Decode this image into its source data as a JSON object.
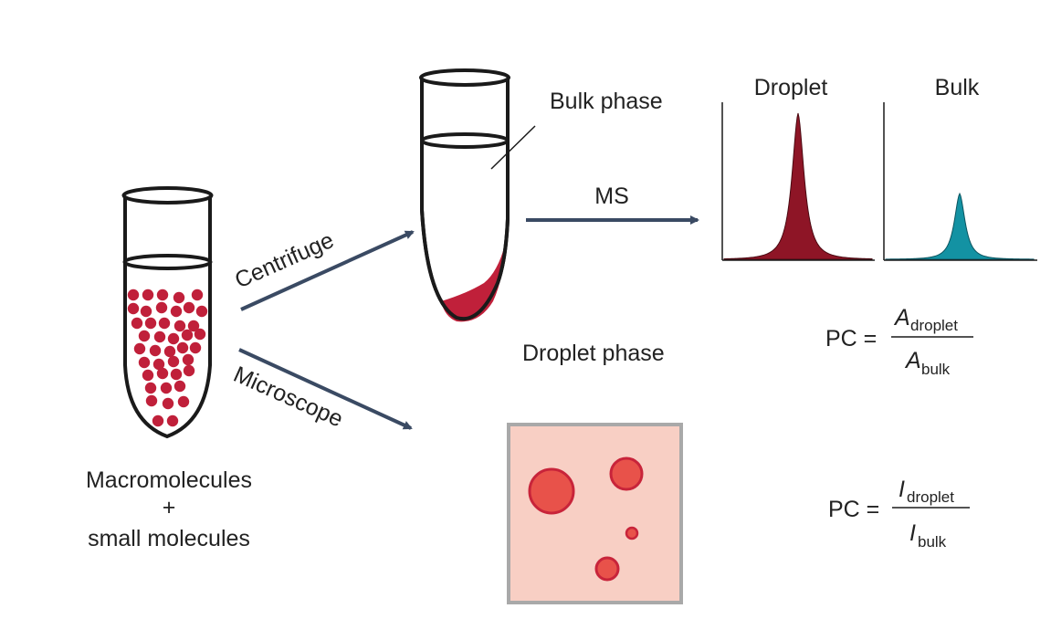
{
  "labels": {
    "tube_caption_line1": "Macromolecules",
    "tube_caption_line2": "+",
    "tube_caption_line3": "small molecules",
    "centrifuge": "Centrifuge",
    "microscope": "Microscope",
    "bulk_phase": "Bulk phase",
    "droplet_phase": "Droplet phase",
    "ms": "MS",
    "droplet_chart_title": "Droplet",
    "bulk_chart_title": "Bulk"
  },
  "equation_ms": {
    "lhs": "PC =",
    "num_var": "A",
    "num_sub": "droplet",
    "den_var": "A",
    "den_sub": "bulk"
  },
  "equation_microscope": {
    "lhs": "PC =",
    "num_var": "I",
    "num_sub": "droplet",
    "den_var": "I",
    "den_sub": "bulk"
  },
  "colors": {
    "droplet_red": "#c0203a",
    "droplet_peak_fill": "#8e1526",
    "bulk_peak_fill": "#1392a3",
    "arrow": "#3a4a63",
    "outline": "#1a1a1a",
    "micro_bg": "#f8cfc4",
    "micro_border": "#a9a9a9",
    "micro_drop": "#e8524a",
    "micro_drop_edge": "#c8243a"
  },
  "chart_data": [
    {
      "type": "area",
      "title": "Droplet",
      "relative_peak_height": 1.0
    },
    {
      "type": "area",
      "title": "Bulk",
      "relative_peak_height": 0.45
    }
  ]
}
